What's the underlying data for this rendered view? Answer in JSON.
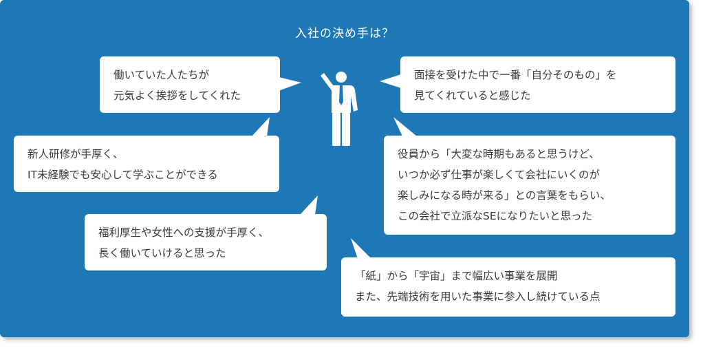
{
  "title": "入社の決め手は？",
  "icons": {
    "person": "person-raising-hand-icon"
  },
  "colors": {
    "background": "#1e78b5",
    "bubble": "#ffffff",
    "text": "#3a3a3a"
  },
  "bubbles": [
    {
      "lines": [
        "働いていた人たちが",
        "元気よく挨拶をしてくれた"
      ]
    },
    {
      "lines": [
        "面接を受けた中で一番「自分そのもの」を",
        "見てくれていると感じた"
      ]
    },
    {
      "lines": [
        "新人研修が手厚く、",
        "IT未経験でも安心して学ぶことができる"
      ]
    },
    {
      "lines": [
        "役員から「大変な時期もあると思うけど、",
        "いつか必ず仕事が楽しくて会社にいくのが",
        "楽しみになる時が来る」との言葉をもらい、",
        "この会社で立派なSEになりたいと思った"
      ]
    },
    {
      "lines": [
        "福利厚生や女性への支援が手厚く、",
        "長く働いていけると思った"
      ]
    },
    {
      "lines": [
        "「紙」から「宇宙」まで幅広い事業を展開",
        "また、先端技術を用いた事業に参入し続けている点"
      ]
    }
  ]
}
